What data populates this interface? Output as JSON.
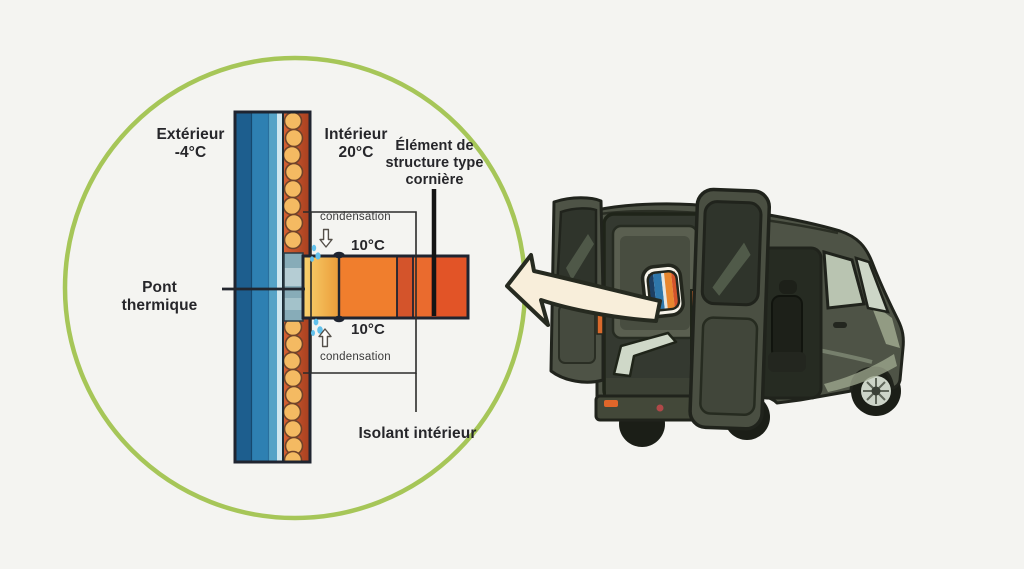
{
  "magnifier": {
    "exterior": {
      "label": "Extérieur",
      "temp": "-4°C"
    },
    "interior": {
      "label": "Intérieur",
      "temp": "20°C"
    },
    "structure": {
      "line1": "Élément de",
      "line2": "structure type",
      "line3": "cornière"
    },
    "condensation_top": "condensation",
    "condensation_bottom": "condensation",
    "temp_top": "10°C",
    "temp_bottom": "10°C",
    "thermal_bridge": {
      "line1": "Pont",
      "line2": "thermique"
    },
    "insulation_label": "Isolant intérieur"
  },
  "colors": {
    "accent_green": "#a6c658",
    "wall_blue": "#2e80b2",
    "insulation_backing": "#c74e29",
    "insulation_ball": "#f4ba62",
    "bar_orange": "#f07e2d",
    "bar_red": "#e25427",
    "steel_blue": "#87acb8",
    "droplet_blue": "#62c1ec",
    "van_body": "#4e5346",
    "arrow_cream": "#f8eeda"
  }
}
